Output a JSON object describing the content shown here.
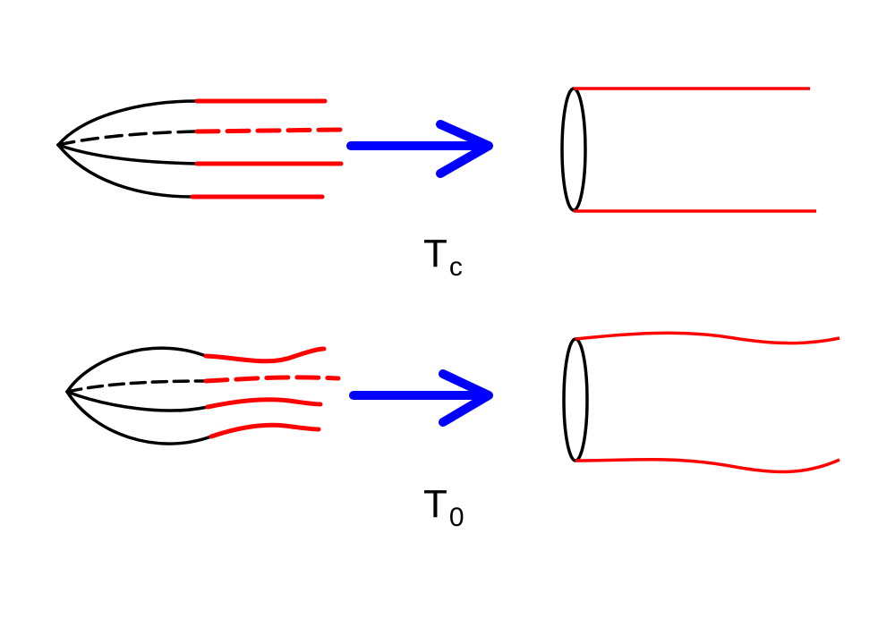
{
  "colors": {
    "background": "#ffffff",
    "strands": "#000000",
    "tubes": "#ff0000",
    "arrows": "#0000ff"
  },
  "panels": [
    {
      "id": "top",
      "label": {
        "main": "T",
        "sub": "c"
      },
      "description_shape": "straight"
    },
    {
      "id": "bottom",
      "label": {
        "main": "T",
        "sub": "0"
      },
      "description_shape": "wavy"
    }
  ]
}
